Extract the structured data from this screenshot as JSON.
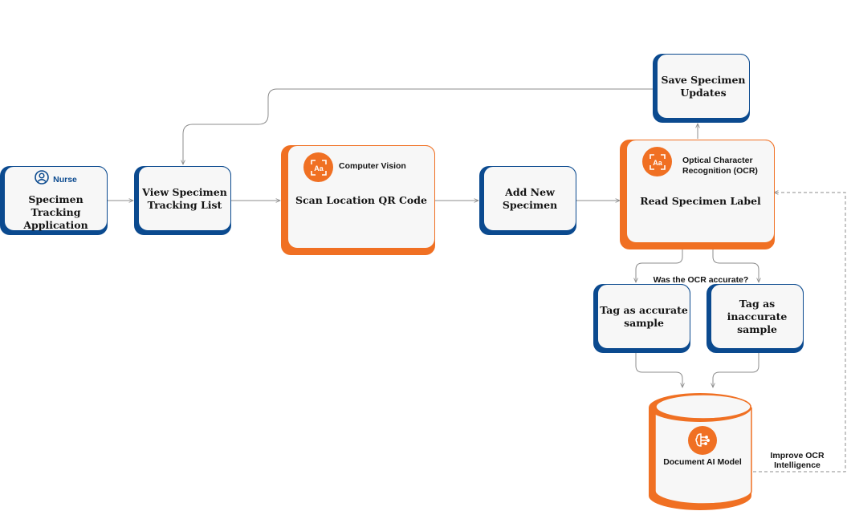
{
  "nodes": {
    "nurse_app": {
      "role": "Nurse",
      "title_line1": "Specimen Tracking",
      "title_line2": "Application",
      "icon": "user-icon"
    },
    "view_list": {
      "title_line1": "View Specimen",
      "title_line2": "Tracking List"
    },
    "scan_qr": {
      "tag": "Computer Vision",
      "title": "Scan Location QR Code",
      "icon": "text-recognition-icon"
    },
    "add_specimen": {
      "title_line1": "Add New",
      "title_line2": "Specimen"
    },
    "read_label": {
      "tag_line1": "Optical Character",
      "tag_line2": "Recognition (OCR)",
      "title": "Read Specimen Label",
      "icon": "text-recognition-icon"
    },
    "save_updates": {
      "title_line1": "Save Specimen",
      "title_line2": "Updates"
    },
    "tag_accurate": {
      "title_line1": "Tag as accurate",
      "title_line2": "sample"
    },
    "tag_inaccurate": {
      "title_line1": "Tag as inaccurate",
      "title_line2": "sample"
    },
    "ai_model": {
      "label": "Document AI Model",
      "icon": "ai-brain-icon"
    }
  },
  "labels": {
    "ocr_question": "Was the OCR accurate?",
    "feedback_line1": "Improve OCR",
    "feedback_line2": "Intelligence"
  },
  "colors": {
    "blue": "#0b4a8f",
    "orange": "#f07023",
    "box_fill": "#f7f7f7",
    "connector": "#8c8c8c"
  }
}
